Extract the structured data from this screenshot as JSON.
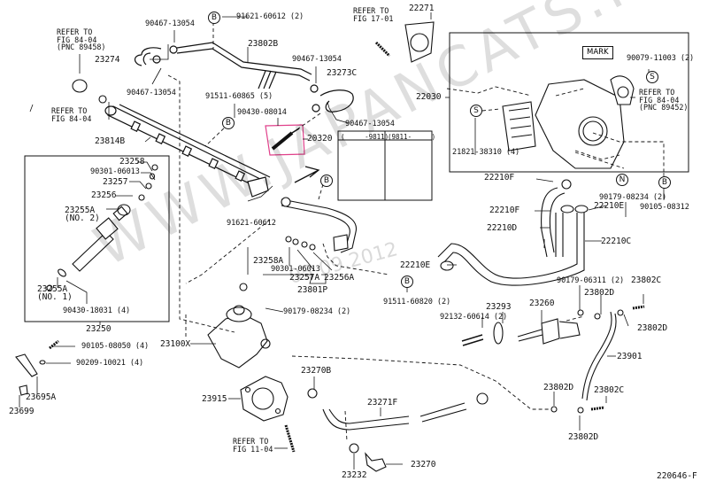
{
  "diagram": {
    "figure_id": "220646-F",
    "watermark": "WWW.JAPANCATS.RU",
    "date_stamp": "05.09.2012",
    "mark_label": "MARK",
    "inset_table": {
      "col1": "(     -9811)",
      "col2": "(9811-     )"
    },
    "circle_markers": {
      "B": "B",
      "S": "S",
      "N": "N"
    },
    "references": {
      "fig_84_04_pnc_89458": "REFER TO\nFIG 84-04\n(PNC 89458)",
      "fig_84_04": "REFER TO\nFIG 84-04",
      "fig_17_01": "REFER TO\nFIG 17-01",
      "fig_84_04_pnc_89452": "REFER TO\nFIG 84-04\n(PNC 89452)",
      "fig_11_04": "REFER TO\nFIG 11-04"
    },
    "parts": {
      "p90467_a": "90467-13054",
      "p91621_2": "91621-60612 (2)",
      "p23802B": "23802B",
      "p23274": "23274",
      "p90467_b": "90467-13054",
      "p90467_c": "90467-13054",
      "p23273C": "23273C",
      "p91511_5": "91511-60865 (5)",
      "p90430_08014": "90430-08014",
      "p90467_d": "90467-13054",
      "p20320": "20320",
      "p22271": "22271",
      "p22030": "22030",
      "p90079": "90079-11003 (2)",
      "p21821": "21821-38310 (4)",
      "p23814B": "23814B",
      "p23258": "23258",
      "p90301_a": "90301-06013",
      "p23257": "23257",
      "p23256": "23256",
      "p23255A_2": "23255A\n(NO. 2)",
      "p23255A_1": "23255A\n(NO. 1)",
      "p90430_18031": "90430-18031 (4)",
      "p23250": "23250",
      "p91621_60612": "91621-60612",
      "p23258A": "23258A",
      "p90301_b": "90301-06013",
      "p23257A": "23257A",
      "p23256A": "23256A",
      "p23801P": "23801P",
      "p91511_60820": "91511-60820 (2)",
      "p22210F_a": "22210F",
      "p22210F_b": "22210F",
      "p22210E_a": "22210E",
      "p22210D": "22210D",
      "p22210C": "22210C",
      "p22210E_b": "22210E",
      "p90179_08234_N": "90179-08234 (2)",
      "p90105_08312": "90105-08312",
      "p90179_08234": "90179-08234 (2)",
      "p90179_06311": "90179-06311 (2)",
      "p23802C_a": "23802C",
      "p23802D_a": "23802D",
      "p23802D_b": "23802D",
      "p92132": "92132-60614 (2)",
      "p23293": "23293",
      "p23260": "23260",
      "p23901": "23901",
      "p23802D_c": "23802D",
      "p23802C_b": "23802C",
      "p23802D_d": "23802D",
      "p23100X": "23100X",
      "p90105_08050": "90105-08050 (4)",
      "p90209": "90209-10021 (4)",
      "p23695A": "23695A",
      "p23699": "23699",
      "p23915": "23915",
      "p23270B": "23270B",
      "p23271F": "23271F",
      "p23232": "23232",
      "p23270": "23270"
    }
  }
}
